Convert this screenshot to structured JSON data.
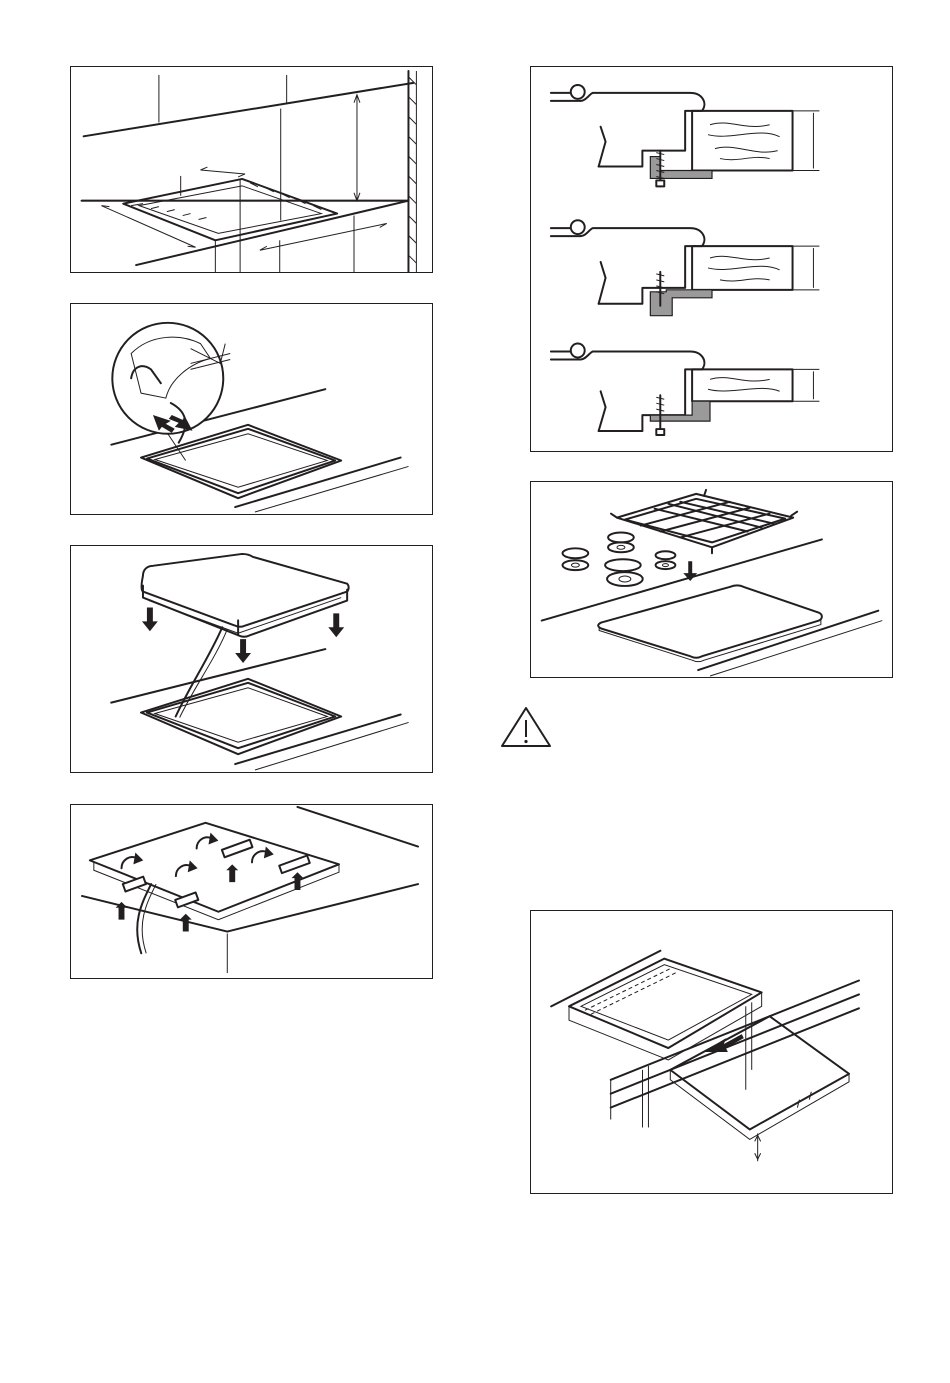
{
  "page": {
    "figures": [
      {
        "name": "cutout-dimensions"
      },
      {
        "name": "seal-application"
      },
      {
        "name": "hob-lowering"
      },
      {
        "name": "brackets-fixing"
      },
      {
        "name": "worktop-profiles"
      },
      {
        "name": "grid-and-caps"
      },
      {
        "name": "drawer-clearance"
      }
    ],
    "warning_icon": "warning-triangle-icon",
    "colors": {
      "line": "#231f20",
      "fill": "#9a9a9a",
      "background": "#ffffff"
    }
  }
}
